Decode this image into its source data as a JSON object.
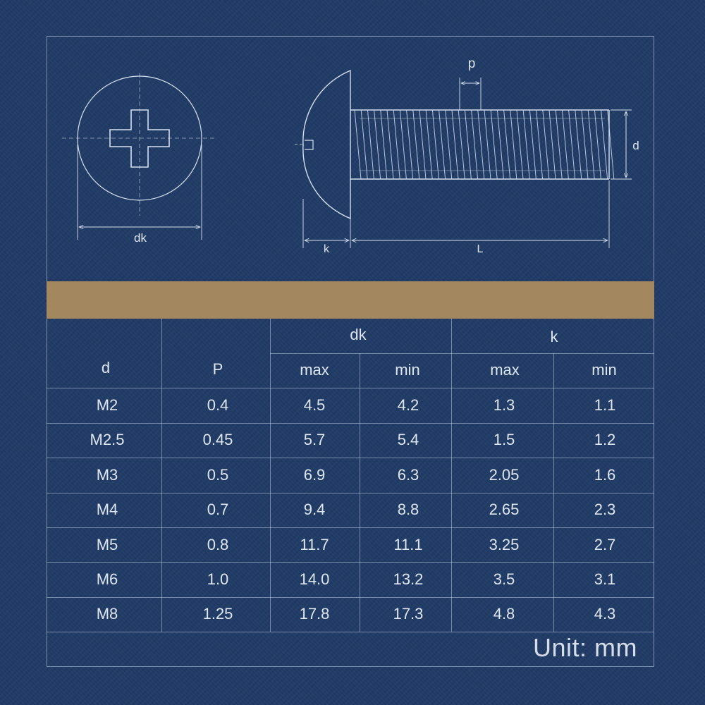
{
  "drawing": {
    "label_dk": "dk",
    "label_k": "k",
    "label_L": "L",
    "label_p": "p",
    "label_d": "d"
  },
  "table": {
    "headers": {
      "d": "d",
      "p": "P",
      "dk": "dk",
      "k": "k",
      "dk_max": "max",
      "dk_min": "min",
      "k_max": "max",
      "k_min": "min"
    },
    "rows": [
      {
        "d": "M2",
        "p": "0.4",
        "dk_max": "4.5",
        "dk_min": "4.2",
        "k_max": "1.3",
        "k_min": "1.1"
      },
      {
        "d": "M2.5",
        "p": "0.45",
        "dk_max": "5.7",
        "dk_min": "5.4",
        "k_max": "1.5",
        "k_min": "1.2"
      },
      {
        "d": "M3",
        "p": "0.5",
        "dk_max": "6.9",
        "dk_min": "6.3",
        "k_max": "2.05",
        "k_min": "1.6"
      },
      {
        "d": "M4",
        "p": "0.7",
        "dk_max": "9.4",
        "dk_min": "8.8",
        "k_max": "2.65",
        "k_min": "2.3"
      },
      {
        "d": "M5",
        "p": "0.8",
        "dk_max": "11.7",
        "dk_min": "11.1",
        "k_max": "3.25",
        "k_min": "2.7"
      },
      {
        "d": "M6",
        "p": "1.0",
        "dk_max": "14.0",
        "dk_min": "13.2",
        "k_max": "3.5",
        "k_min": "3.1"
      },
      {
        "d": "M8",
        "p": "1.25",
        "dk_max": "17.8",
        "dk_min": "17.3",
        "k_max": "4.8",
        "k_min": "4.3"
      }
    ],
    "unit_note": "Unit: mm"
  },
  "colors": {
    "background": "#1f3a66",
    "accent_bar": "#a2875f",
    "line": "#c8d7eb",
    "text": "#dfe6f0"
  }
}
